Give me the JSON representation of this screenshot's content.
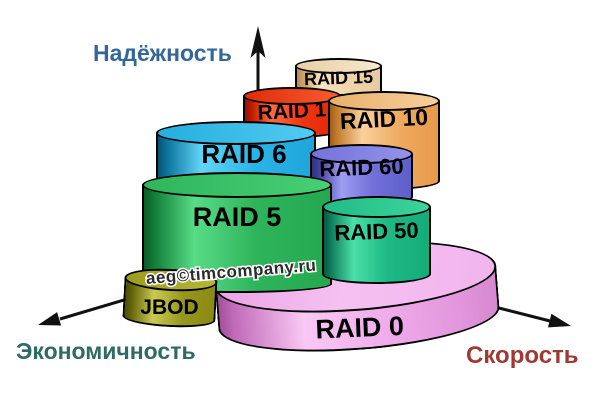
{
  "axes": {
    "reliability": {
      "label": "Надёжность",
      "color": "#336699",
      "direction": "up"
    },
    "economy": {
      "label": "Экономичность",
      "color": "#2e6b66",
      "direction": "down-left"
    },
    "speed": {
      "label": "Скорость",
      "color": "#9e3a32",
      "direction": "down-right"
    }
  },
  "watermark": "aeg©timcompany.ru",
  "arrow_color": "#111111",
  "raid_levels": [
    {
      "id": "raid15",
      "label": "RAID 15",
      "front": "#f0d6ac",
      "top": "#f3dcb9"
    },
    {
      "id": "raid1",
      "label": "RAID 1",
      "front": "#ef3512",
      "top": "#ec441d"
    },
    {
      "id": "raid10",
      "label": "RAID 10",
      "front": "#efa95f",
      "top": "#f1c083"
    },
    {
      "id": "raid6",
      "label": "RAID 6",
      "front": "#2ab3e6",
      "top": "#3cbde8"
    },
    {
      "id": "raid60",
      "label": "RAID 60",
      "front": "#7070d8",
      "top": "#8383e3"
    },
    {
      "id": "raid0",
      "label": "RAID 0",
      "front": "#efaaea",
      "top": "#f2b8ee"
    },
    {
      "id": "raid5",
      "label": "RAID 5",
      "front": "#2eb45b",
      "top": "#3cc268"
    },
    {
      "id": "raid50",
      "label": "RAID 50",
      "front": "#1eb985",
      "top": "#2ec891"
    },
    {
      "id": "jbod",
      "label": "JBOD",
      "front": "#97971d",
      "top": "#a8a82b"
    }
  ]
}
